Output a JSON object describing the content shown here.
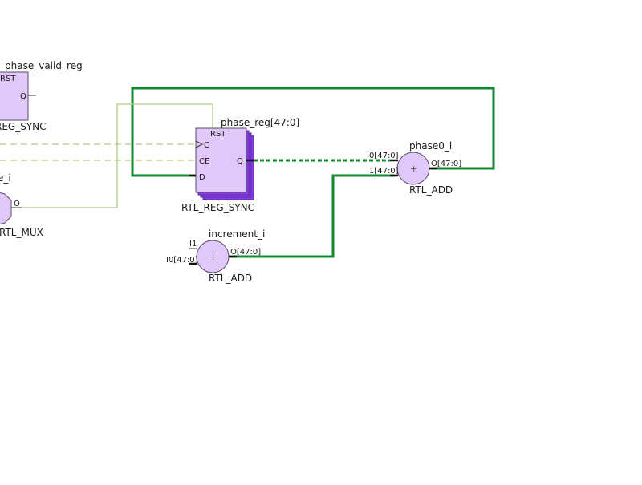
{
  "cells": {
    "phase_valid_reg": {
      "name": "phase_valid_reg",
      "pin_rst": "RST",
      "pin_q": "Q",
      "type": "REG_SYNC"
    },
    "phase_reg": {
      "name": "phase_reg[47:0]",
      "pin_rst": "RST",
      "pin_c": "C",
      "pin_ce": "CE",
      "pin_d": "D",
      "pin_q": "Q",
      "type": "RTL_REG_SYNC"
    },
    "phase0_i": {
      "name": "phase0_i",
      "pin_i0": "I0[47:0]",
      "pin_i1": "I1[47:0]",
      "pin_o": "O[47:0]",
      "symbol": "+",
      "type": "RTL_ADD"
    },
    "increment_i": {
      "name": "increment_i",
      "pin_i1": "I1",
      "pin_i0": "I0[47:0]",
      "pin_o": "O[47:0]",
      "symbol": "+",
      "type": "RTL_ADD"
    },
    "mux": {
      "name": "e_i",
      "pin_o": "O",
      "type": "RTL_MUX"
    }
  },
  "colors": {
    "cell_fill": "#e0c8f8",
    "cell_stack": "#8a3ee6",
    "bus_net": "#0d8a2c",
    "signal_net": "#a6cf7e",
    "pin": "#111111"
  }
}
